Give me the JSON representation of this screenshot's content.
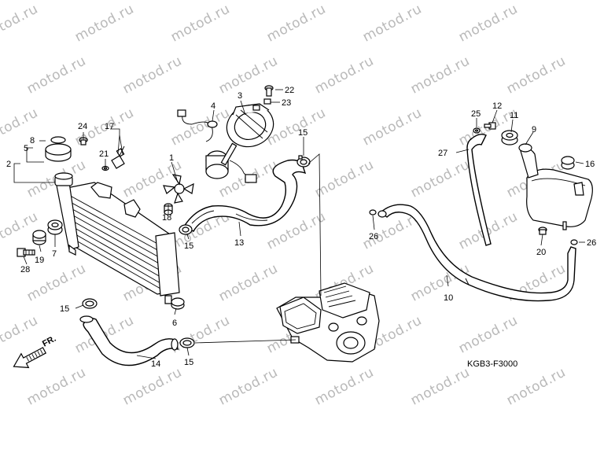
{
  "diagram": {
    "watermark": "motod.ru",
    "drawing_code": "KGB3-F3000",
    "front_indicator": "FR.",
    "callouts": {
      "c1": "1",
      "c2": "2",
      "c3": "3",
      "c4": "4",
      "c5": "5",
      "c6": "6",
      "c7": "7",
      "c8": "8",
      "c9": "9",
      "c10": "10",
      "c11": "11",
      "c12": "12",
      "c13": "13",
      "c14": "14",
      "c15a": "15",
      "c15b": "15",
      "c15c": "15",
      "c15d": "15",
      "c16": "16",
      "c17": "17",
      "c18": "18",
      "c19": "19",
      "c20": "20",
      "c21": "21",
      "c22": "22",
      "c23": "23",
      "c24": "24",
      "c25": "25",
      "c26a": "26",
      "c26b": "26",
      "c27": "27",
      "c28": "28"
    }
  }
}
